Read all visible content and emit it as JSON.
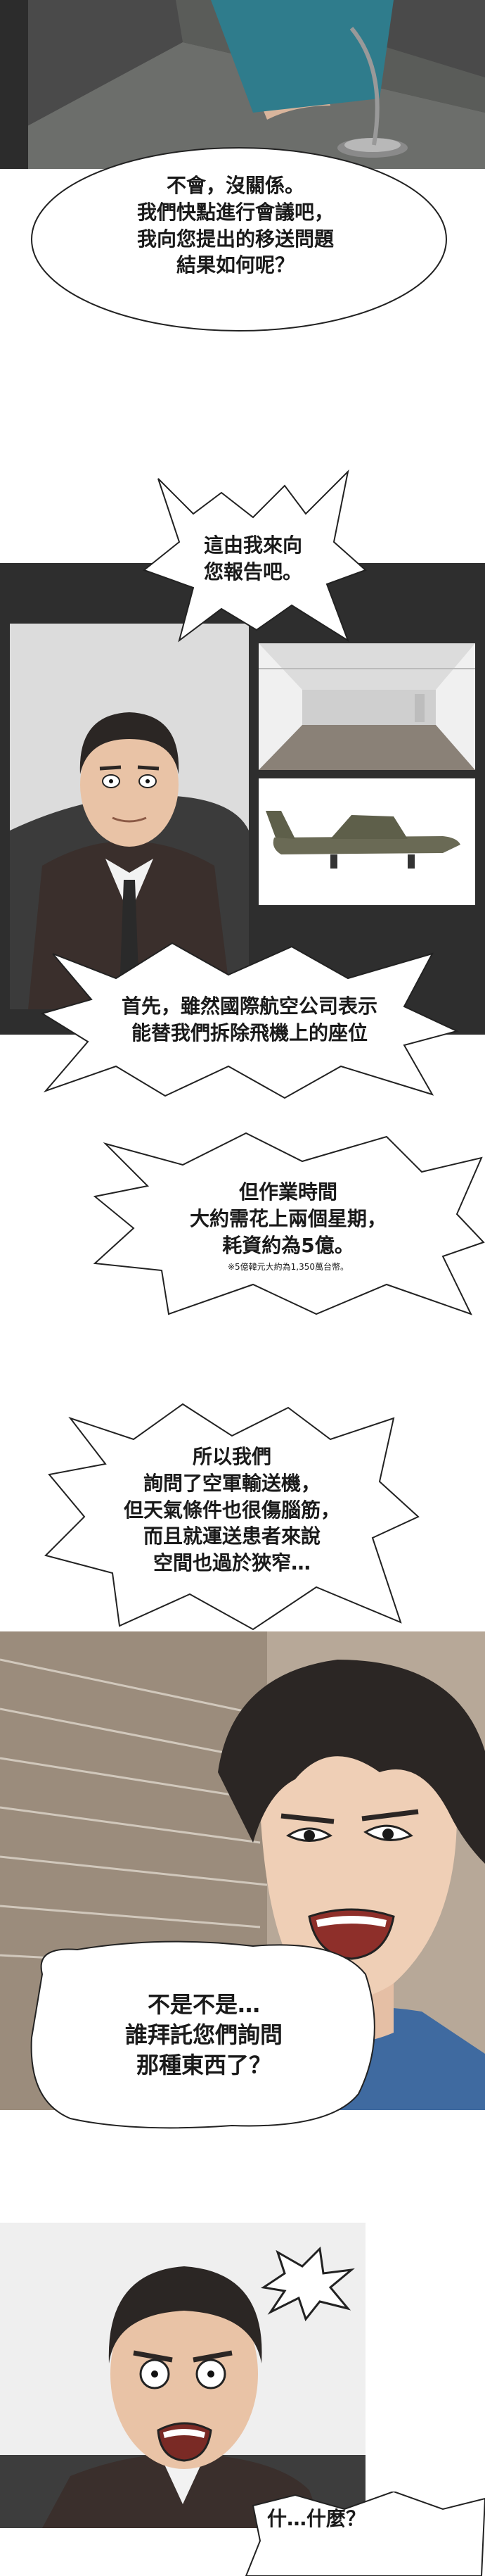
{
  "dialogue": {
    "b1": [
      "不會，沒關係。",
      "我們快點進行會議吧，",
      "我向您提出的移送問題",
      "結果如何呢？"
    ],
    "b2": [
      "這由我來向",
      "您報告吧。"
    ],
    "b3": [
      "首先，雖然國際航空公司表示",
      "能替我們拆除飛機上的座位"
    ],
    "b4": [
      "但作業時間",
      "大約需花上兩個星期，",
      "耗資約為5億。"
    ],
    "b4_note": "※5億韓元大約為1,350萬台幣。",
    "b5": [
      "所以我們",
      "詢問了空軍輸送機，",
      "但天氣條件也很傷腦筋，",
      "而且就運送患者來說",
      "空間也過於狹窄…"
    ],
    "b6": [
      "不是不是…",
      "誰拜託您們詢問",
      "那種東西了？"
    ],
    "b7": "什…什麼？"
  },
  "colors": {
    "bubble_fill": "#ffffff",
    "bubble_stroke": "#222222",
    "suit": "#3a2f2c",
    "panel_bg": "#2e2e2e",
    "hair": "#2b2624",
    "shirt_blue": "#3f6aa0"
  }
}
